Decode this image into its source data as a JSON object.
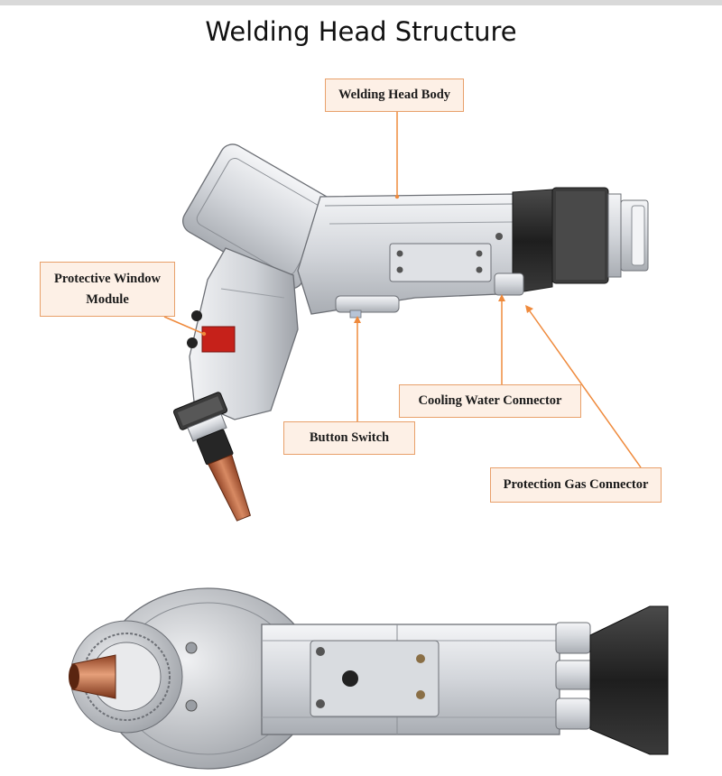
{
  "title": "Welding Head Structure",
  "labels": {
    "body": "Welding Head Body",
    "window_line1": "Protective Window",
    "window_line2": "Module",
    "button": "Button Switch",
    "cooling": "Cooling Water Connector",
    "gas": "Protection Gas Connector"
  },
  "colors": {
    "callout_fill": "#fdf0e6",
    "callout_border": "#e8a06a",
    "leader_line": "#ef8a3c",
    "metal": "#d4d7dc",
    "dark": "#2b2b2b",
    "copper": "#b8633f",
    "red_window": "#c6211a"
  }
}
